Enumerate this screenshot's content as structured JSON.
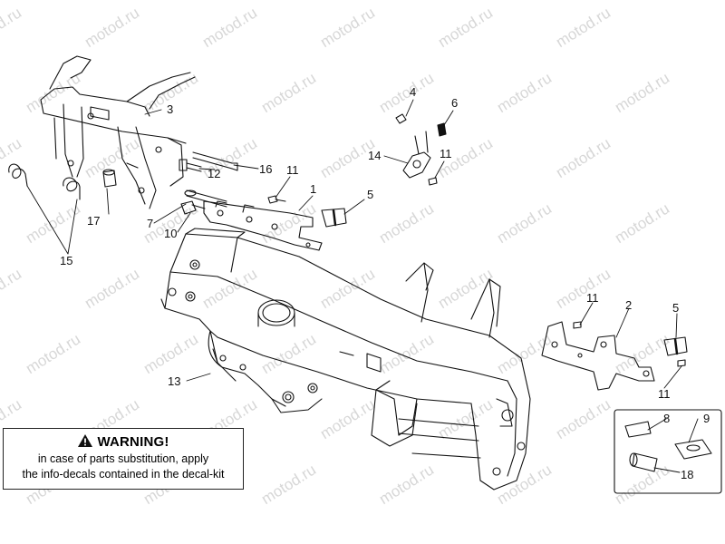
{
  "watermark": "motod.ru",
  "warning": {
    "title": "WARNING!",
    "line1": "in case of parts substitution, apply",
    "line2": "the info-decals contained in the decal-kit",
    "icon": "warning-triangle-icon"
  },
  "callouts": [
    {
      "id": "c1",
      "label": "1"
    },
    {
      "id": "c2",
      "label": "2"
    },
    {
      "id": "c3",
      "label": "3"
    },
    {
      "id": "c4",
      "label": "4"
    },
    {
      "id": "c5a",
      "label": "5"
    },
    {
      "id": "c5b",
      "label": "5"
    },
    {
      "id": "c6",
      "label": "6"
    },
    {
      "id": "c7",
      "label": "7"
    },
    {
      "id": "c8",
      "label": "8"
    },
    {
      "id": "c9",
      "label": "9"
    },
    {
      "id": "c10",
      "label": "10"
    },
    {
      "id": "c11a",
      "label": "11"
    },
    {
      "id": "c11b",
      "label": "11"
    },
    {
      "id": "c11c",
      "label": "11"
    },
    {
      "id": "c11d",
      "label": "11"
    },
    {
      "id": "c12",
      "label": "12"
    },
    {
      "id": "c13",
      "label": "13"
    },
    {
      "id": "c14",
      "label": "14"
    },
    {
      "id": "c15",
      "label": "15"
    },
    {
      "id": "c16",
      "label": "16"
    },
    {
      "id": "c17",
      "label": "17"
    },
    {
      "id": "c18",
      "label": "18"
    }
  ]
}
